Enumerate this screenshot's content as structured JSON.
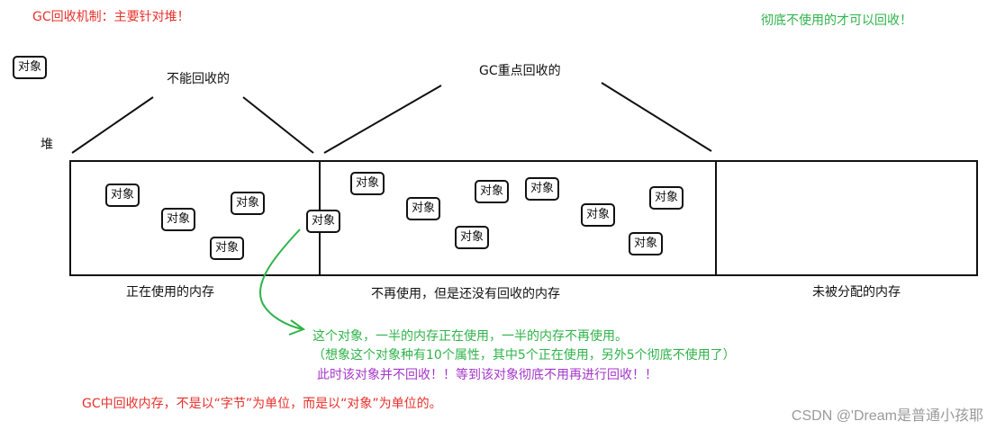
{
  "texts": {
    "gc_mechanism": "GC回收机制：主要针对堆！",
    "fully_unused": "彻底不使用的才可以回收！",
    "cannot_reclaim": "不能回收的",
    "gc_focus": "GC重点回收的",
    "heap": "堆",
    "object_label": "对象",
    "region_in_use": "正在使用的内存",
    "region_no_longer_used": "不再使用，但是还没有回收的内存",
    "region_unallocated": "未被分配的内存",
    "note_line1": "这个对象，一半的内存正在使用，一半的内存不再使用。",
    "note_line2": "（想象这个对象种有10个属性，其中5个正在使用，另外5个彻底不使用了）",
    "note_line3": "此时该对象并不回收！！等到该对象彻底不用再进行回收！！",
    "unit_note": "GC中回收内存，不是以“字节”为单位，而是以“对象”为单位的。",
    "watermark": "CSDN @'Dream是普通小孩耶"
  },
  "colors": {
    "red": "#e8302a",
    "green": "#2fb34a",
    "purple": "#a436c9",
    "black": "#111111"
  }
}
